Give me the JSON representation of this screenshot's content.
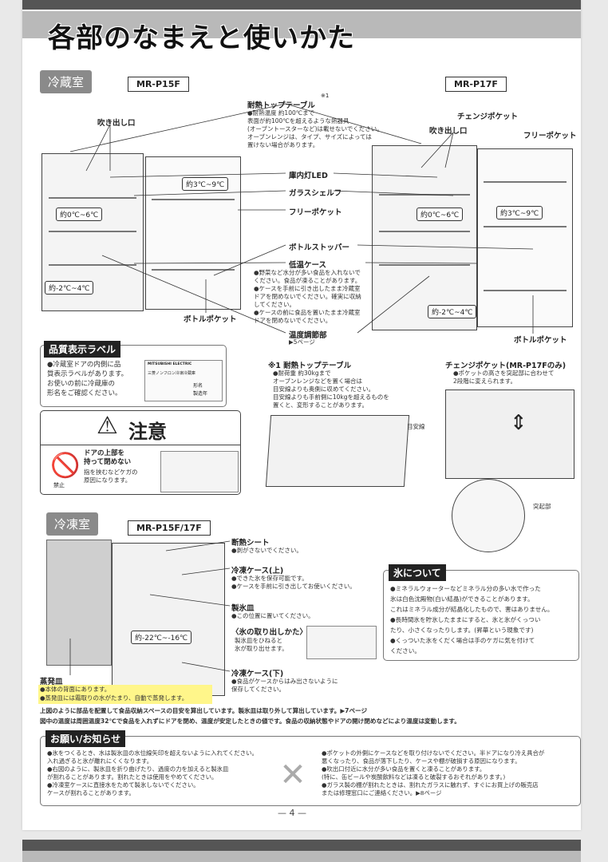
{
  "header": {
    "title": "各部のなまえと使いかた"
  },
  "fridge": {
    "section_tag": "冷蔵室",
    "model_left": "MR-P15F",
    "model_right": "MR-P17F",
    "footnote_mark": "※1",
    "top_table": {
      "label": "耐熱トップテーブル",
      "note": "●耐熱温度 約100℃まで\n表面が約100℃を超えるような熱器具\n(オーブントースターなど)は載せないでください。\nオーブンレンジは、タイプ、サイズによっては\n置けない場合があります。"
    },
    "vent_left": "吹き出し口",
    "vent_right": "吹き出し口",
    "change_pocket": "チェンジポケット",
    "free_pocket_right": "フリーポケット",
    "led": "庫内灯LED",
    "glass_shelf": "ガラスシェルフ",
    "free_pocket": "フリーポケット",
    "bottle_stopper": "ボトルストッパー",
    "low_temp_case": {
      "label": "低温ケース",
      "note": "●野菜など水分が多い食品を入れないで\nください。食品が凍ることがあります。\n●ケースを手前に引き出したまま冷蔵室\nドアを閉めないでください。確実に収納\nしてください。\n●ケースの前に食品を置いたまま冷蔵室\nドアを閉めないでください。"
    },
    "temp_dial": {
      "label": "温度調節部",
      "ref": "▶5ページ"
    },
    "bottle_pocket_left": "ボトルポケット",
    "bottle_pocket_right": "ボトルポケット",
    "temp_door": "約3℃~9℃",
    "temp_shelf": "約0℃~6℃",
    "temp_low": "約-2℃~4℃",
    "temp_door_r": "約3℃~9℃",
    "temp_shelf_r": "約0℃~6℃",
    "temp_low_r": "約-2℃~4℃"
  },
  "quality_label": {
    "title": "品質表示ラベル",
    "text": "●冷蔵室ドアの内側に品\n質表示ラベルがあります。\nお使いの前に冷蔵庫の\n形名をご確認ください。",
    "brand": "MITSUBISHI ELECTRIC",
    "label_line": "三菱ノンフロン冷凍冷蔵庫",
    "tag_model": "形名",
    "tag_year": "製造年"
  },
  "top_table_box": {
    "title": "※1 耐熱トップテーブル",
    "note": "●耐荷重 約30kgまで\nオーブンレンジなどを置く場合は\n目安線よりも奥側に収めてください。\n目安線よりも手前側に10kgを超えるものを\n置くと、変形することがあります。",
    "guide_line": "目安線"
  },
  "change_pocket_box": {
    "title": "チェンジポケット(MR-P17Fのみ)",
    "note": "●ポケットの高さを突起部に合わせて\n2段階に変えられます。",
    "protrusion": "突起部"
  },
  "caution": {
    "title": "注意",
    "prohibit": "禁止",
    "head": "ドアの上部を\n持って閉めない",
    "body": "指を挟むなどケガの\n原因になります。"
  },
  "freezer": {
    "section_tag": "冷凍室",
    "model": "MR-P15F/17F",
    "insulation": {
      "label": "断熱シート",
      "note": "●剥がさないでください。"
    },
    "upper_case": {
      "label": "冷凍ケース(上)",
      "note": "●できた氷を保存可能です。\n●ケースを手前に引き出してお使いください。"
    },
    "ice_tray": {
      "label": "製氷皿",
      "note": "●この位置に置いてください。"
    },
    "ice_removal": {
      "title": "〈氷の取り出しかた〉",
      "note": "製氷皿をひねると\n氷が取り出せます。"
    },
    "lower_case": {
      "label": "冷凍ケース(下)",
      "note": "●食品がケースからはみ出さないように\n保存してください。"
    },
    "evap": {
      "label": "蒸発皿",
      "note1": "●本体の背面にあります。",
      "note2": "●蒸発皿には霜取りの水がたまり、自動で蒸発します。"
    },
    "temp": "約-22℃~-16℃"
  },
  "ice_box": {
    "title": "氷について",
    "text": "●ミネラルウォーターなどミネラル分の多い水で作った\n氷は白色沈殿物(白い結晶)ができることがあります。\nこれはミネラル成分が結晶化したもので、害はありません。\n●長時間氷を貯氷したままにすると、氷と氷がくっつい\nたり、小さくなったりします。(昇華という現象です)\n●くっついた氷をくだく場合は手のケガに気を付けて\nください。"
  },
  "capacity_text": {
    "line1": "上図のように部品を配置して食品収納スペースの目安を算出しています。製氷皿は取り外して算出しています。▶7ページ",
    "line2": "図中の温度は周囲温度32℃で食品を入れずにドアを閉め、温度が安定したときの値です。食品の収納状態やドアの開け閉めなどにより温度は変動します。"
  },
  "request": {
    "title": "お願い/お知らせ",
    "left": "●氷をつくるとき、水は製氷皿の水位線矢印を超えないように入れてください。\n入れ過ぎると氷が離れにくくなります。\n●右図のように、製氷皿を折り曲げたり、過度の力を加えると製氷皿\nが割れることがあります。割れたときは使用をやめてください。\n●冷凍室ケースに直接水をためて製氷しないでください。\nケースが割れることがあります。",
    "right": "●ポケットの外側にケースなどを取り付けないでください。半ドアになり冷え具合が\n悪くなったり、食品が落下したり、ケースや棚が破損する原因になります。\n●吹出口付近に水分が多い食品を置くと凍ることがあります。\n(特に、缶ビールや炭酸飲料などは凍ると破裂するおそれがあります。)\n●ガラス製の棚が割れたときは、割れたガラスに触れず、すぐにお買上げの販売店\nまたは修理窓口にご連絡ください。▶8ページ"
  },
  "footer": {
    "page": "— 4 —"
  }
}
